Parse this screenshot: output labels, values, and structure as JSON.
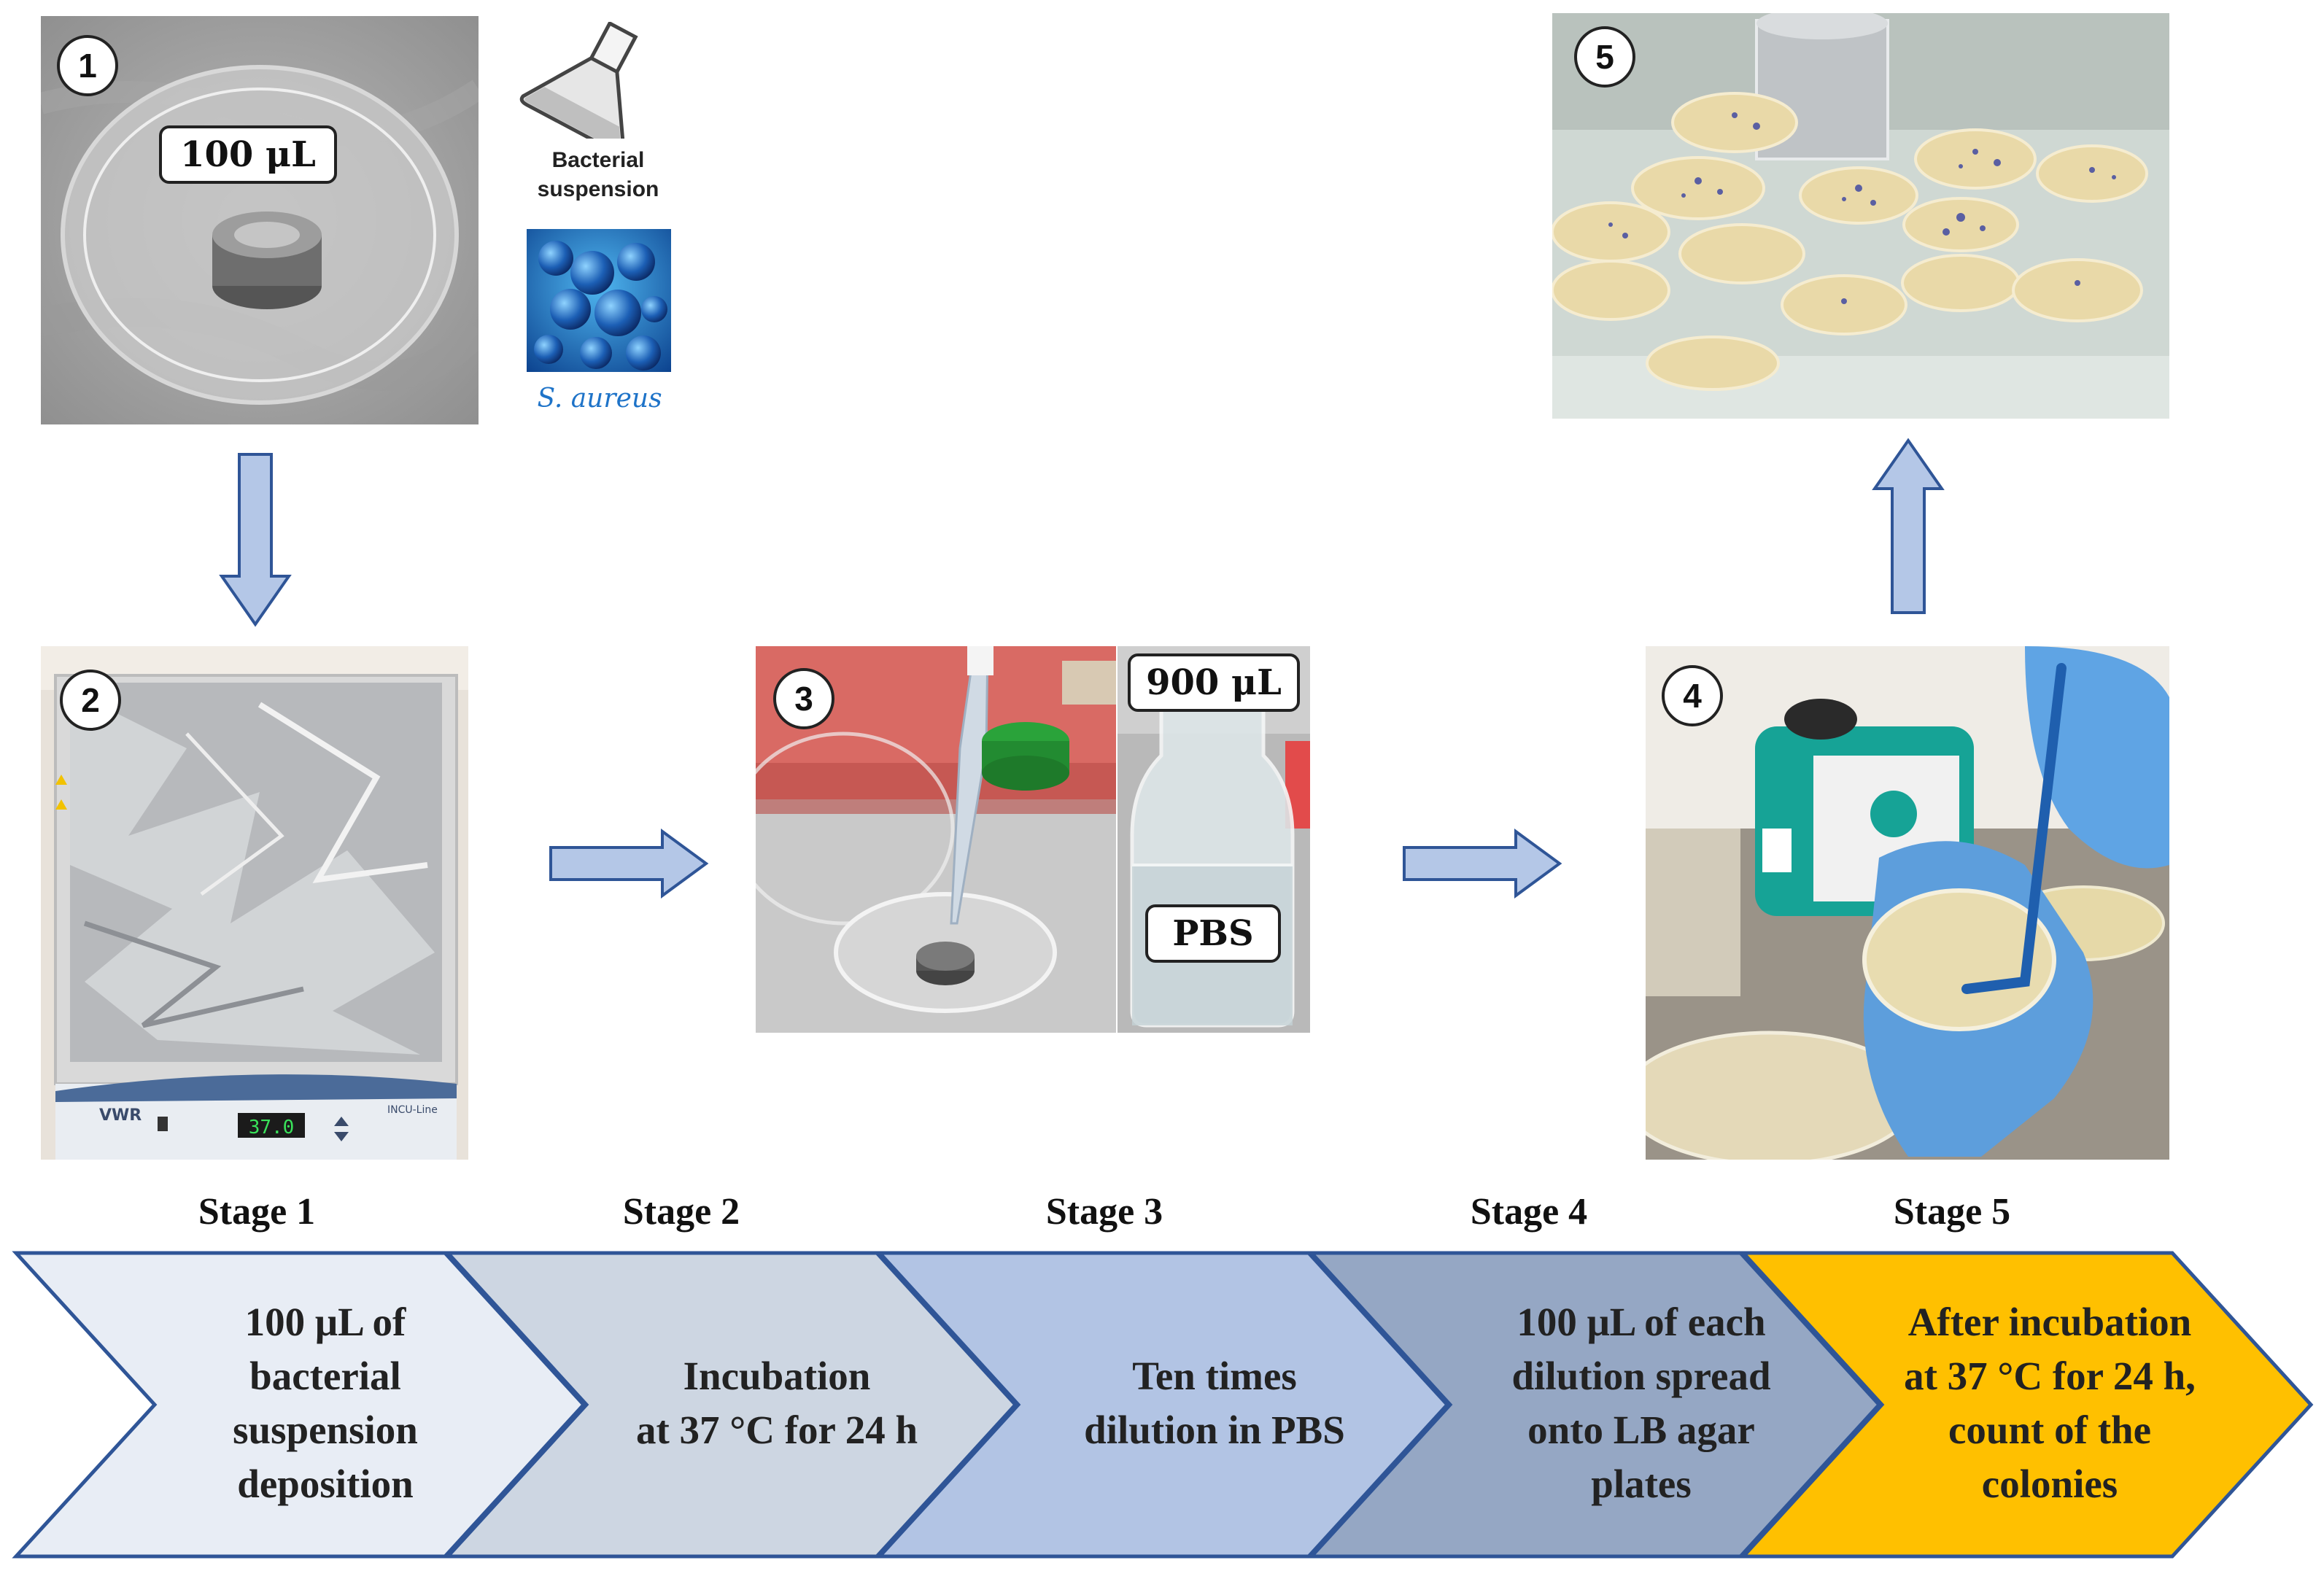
{
  "figure": {
    "panel_numbers": [
      "1",
      "2",
      "3",
      "4",
      "5"
    ],
    "panel1_label": "100 μL",
    "panel3_label_top": "900 μL",
    "panel3_label_bottom": "PBS",
    "legend_line1": "Bacterial",
    "legend_line2": "suspension",
    "species": "S. aureus",
    "incubator_display": "37.0",
    "incubator_brand": "VWR",
    "incubator_model": "INCU-Line"
  },
  "stages": [
    {
      "title": "Stage 1",
      "text": "100 μL of\nbacterial\nsuspension\ndeposition",
      "color": "#e8edf5"
    },
    {
      "title": "Stage 2",
      "text": "Incubation\nat 37 °C for 24 h",
      "color": "#cdd6e2"
    },
    {
      "title": "Stage 3",
      "text": "Ten times\ndilution  in PBS",
      "color": "#b2c4e4"
    },
    {
      "title": "Stage 4",
      "text": "100 μL of each\ndilution  spread\nonto LB agar\nplates",
      "color": "#95a7c4"
    },
    {
      "title": "Stage 5",
      "text": "After incubation\nat 37 °C for 24 h,\ncount of the\ncolonies",
      "color": "#ffc000"
    }
  ],
  "colors": {
    "arrow_fill": "#b4c7e7",
    "arrow_stroke": "#2f5597",
    "chevron_stroke": "#2f5597"
  }
}
